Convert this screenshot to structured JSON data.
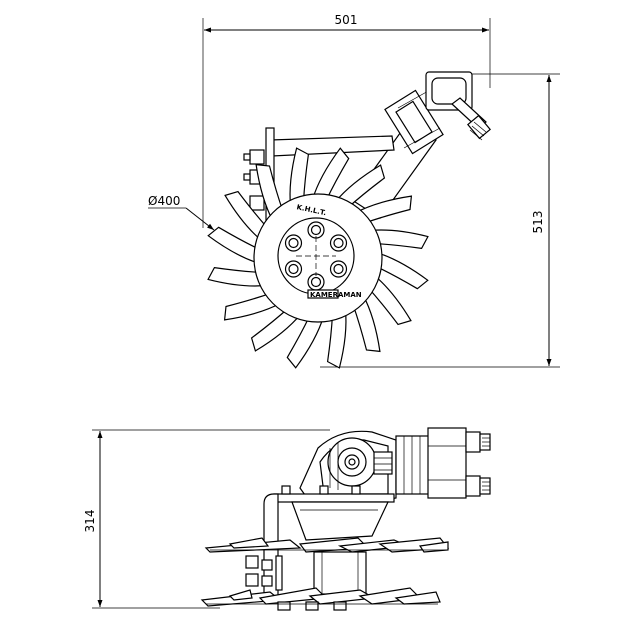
{
  "drawing": {
    "dimensions": {
      "width_top": "501",
      "height_top": "513",
      "diameter": "Ø400",
      "height_side": "314"
    },
    "brand_label": "K.H.L.T.",
    "brand_stamp_label": "KAMERAMAN"
  }
}
